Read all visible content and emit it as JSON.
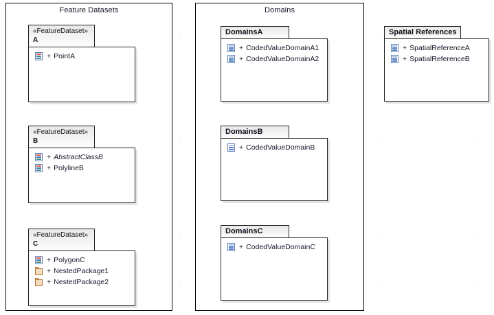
{
  "diagram": {
    "type": "uml-package-diagram",
    "background": "#ffffff",
    "grid": "dotted"
  },
  "containers": [
    {
      "id": "feature-datasets",
      "title": "Feature Datasets"
    },
    {
      "id": "domains",
      "title": "Domains"
    }
  ],
  "packages": {
    "featuredataset_a": {
      "stereotype": "«FeatureDataset»",
      "name": "A",
      "members": [
        {
          "visibility": "+",
          "name": "PointA",
          "icon": "feature-class-icon",
          "abstract": false
        }
      ]
    },
    "featuredataset_b": {
      "stereotype": "«FeatureDataset»",
      "name": "B",
      "members": [
        {
          "visibility": "+",
          "name": "AbstractClassB",
          "icon": "feature-class-icon",
          "abstract": true
        },
        {
          "visibility": "+",
          "name": "PolylineB",
          "icon": "feature-class-icon",
          "abstract": false
        }
      ]
    },
    "featuredataset_c": {
      "stereotype": "«FeatureDataset»",
      "name": "C",
      "members": [
        {
          "visibility": "+",
          "name": "PolygonC",
          "icon": "feature-class-icon",
          "abstract": false
        },
        {
          "visibility": "+",
          "name": "NestedPackage1",
          "icon": "folder-icon",
          "abstract": false
        },
        {
          "visibility": "+",
          "name": "NestedPackage2",
          "icon": "folder-icon",
          "abstract": false
        }
      ]
    },
    "domains_a": {
      "stereotype": "",
      "name": "DomainsA",
      "members": [
        {
          "visibility": "+",
          "name": "CodedValueDomainA1",
          "icon": "table-icon",
          "abstract": false
        },
        {
          "visibility": "+",
          "name": "CodedValueDomainA2",
          "icon": "table-icon",
          "abstract": false
        }
      ]
    },
    "domains_b": {
      "stereotype": "",
      "name": "DomainsB",
      "members": [
        {
          "visibility": "+",
          "name": "CodedValueDomainB",
          "icon": "table-icon",
          "abstract": false
        }
      ]
    },
    "domains_c": {
      "stereotype": "",
      "name": "DomainsC",
      "members": [
        {
          "visibility": "+",
          "name": "CodedValueDomainC",
          "icon": "table-icon",
          "abstract": false
        }
      ]
    },
    "spatial_references": {
      "stereotype": "",
      "name": "Spatial References",
      "members": [
        {
          "visibility": "+",
          "name": "SpatialReferenceA",
          "icon": "table-icon",
          "abstract": false
        },
        {
          "visibility": "+",
          "name": "SpatialReferenceB",
          "icon": "table-icon",
          "abstract": false
        }
      ]
    }
  },
  "colors": {
    "frame_border": "#000000",
    "package_border": "#222222",
    "tab_gradient_top": "#e8e8e8",
    "tab_gradient_bottom": "#fdfdfd",
    "text": "#16162a",
    "shadow": "#e4e4e4",
    "icon_blue": "#4a78b8",
    "icon_red": "#d9604f",
    "icon_teal": "#3f8f86",
    "folder_border": "#b5712a",
    "folder_fill": "#f2ddc2",
    "grid_dot": "#c9c9c9"
  }
}
